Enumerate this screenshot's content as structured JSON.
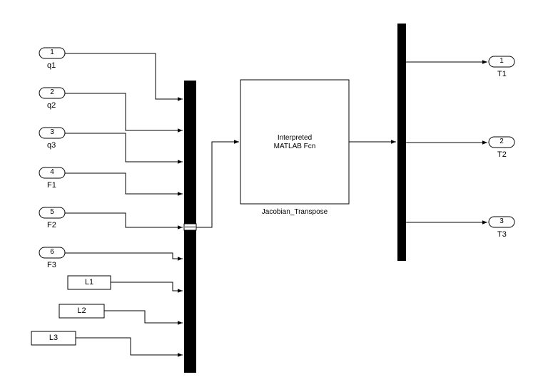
{
  "inports": [
    {
      "number": "1",
      "name": "q1"
    },
    {
      "number": "2",
      "name": "q2"
    },
    {
      "number": "3",
      "name": "q3"
    },
    {
      "number": "4",
      "name": "F1"
    },
    {
      "number": "5",
      "name": "F2"
    },
    {
      "number": "6",
      "name": "F3"
    }
  ],
  "from_tags": [
    {
      "tag": "L1"
    },
    {
      "tag": "L2"
    },
    {
      "tag": "L3"
    }
  ],
  "function_block": {
    "line1": "Interpreted",
    "line2": "MATLAB Fcn",
    "name": "Jacobian_Transpose"
  },
  "outports": [
    {
      "number": "1",
      "name": "T1"
    },
    {
      "number": "2",
      "name": "T2"
    },
    {
      "number": "3",
      "name": "T3"
    }
  ]
}
